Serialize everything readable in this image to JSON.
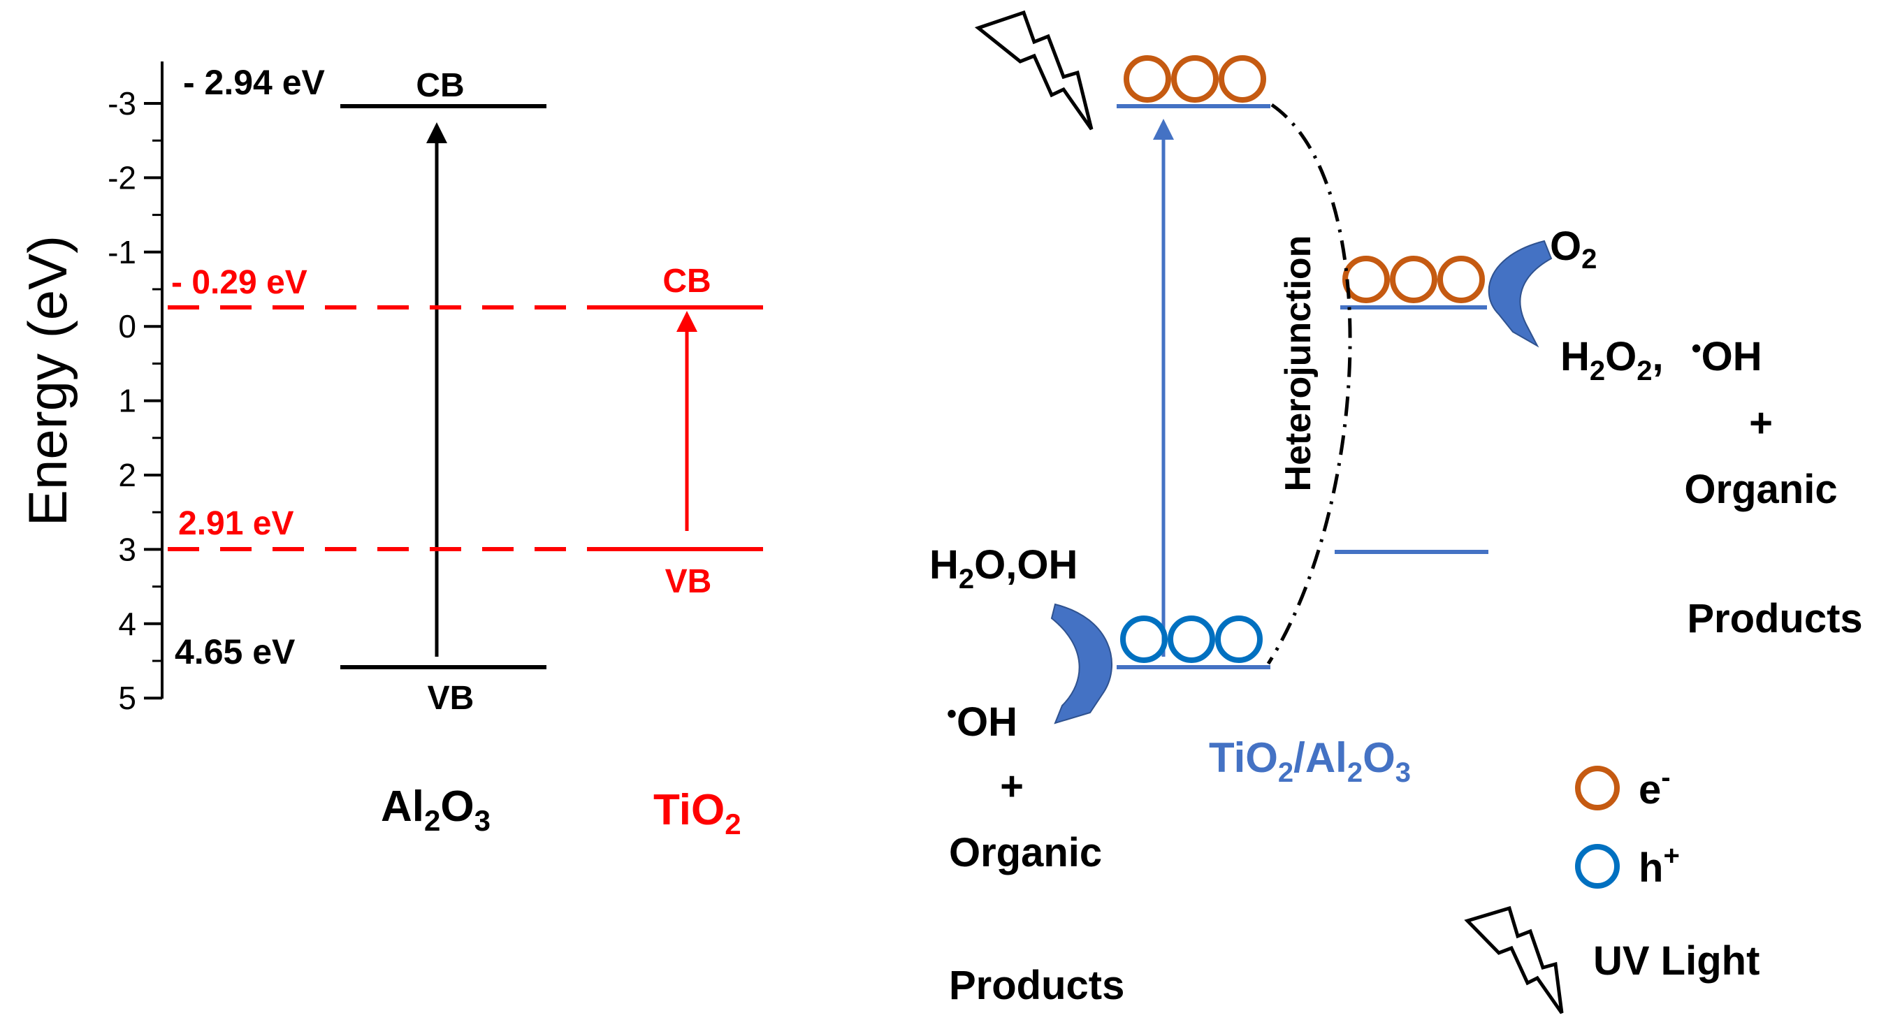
{
  "left_panel": {
    "axis": {
      "label": "Energy (eV)",
      "ticks": [
        "-3",
        "-2",
        "-1",
        "0",
        "1",
        "2",
        "3",
        "4",
        "5"
      ]
    },
    "al2o3": {
      "cb_energy_label": "- 2.94 eV",
      "vb_energy_label": "4.65 eV",
      "cb_label": "CB",
      "vb_label": "VB",
      "name_main": "Al",
      "name_sub1": "2",
      "name_mid": "O",
      "name_sub2": "3"
    },
    "tio2": {
      "cb_energy_label": "- 0.29 eV",
      "vb_energy_label": "2.91 eV",
      "cb_label": "CB",
      "vb_label": "VB",
      "name_main": "TiO",
      "name_sub": "2"
    },
    "colors": {
      "al2o3": "#000000",
      "tio2": "#ff0000"
    }
  },
  "right_panel": {
    "heterojunction_label": "Heterojunction",
    "composite_label": {
      "a": "TiO",
      "s1": "2",
      "b": "/Al",
      "s2": "2",
      "c": "O",
      "s3": "3"
    },
    "o2": {
      "main": "O",
      "sub": "2"
    },
    "h2o2_oh": {
      "h": "H",
      "s1": "2",
      "o": "O",
      "s2": "2",
      "comma": ",",
      "dot": "•",
      "oh": "OH"
    },
    "right_plus": "+",
    "right_organic": "Organic",
    "right_products": "Products",
    "h2o_oh": {
      "h": "H",
      "s": "2",
      "rest": "O,OH"
    },
    "oh_radical": {
      "dot": "•",
      "oh": "OH"
    },
    "left_plus": "+",
    "left_organic": "Organic",
    "left_products": "Products",
    "legend": {
      "electron": {
        "main": "e",
        "sup": "-"
      },
      "hole": {
        "main": "h",
        "sup": "+"
      },
      "uv_light": "UV Light"
    },
    "colors": {
      "band": "#4472c4",
      "electron": "#c55a11",
      "hole": "#0070c0",
      "arrow": "#4472c4"
    }
  }
}
